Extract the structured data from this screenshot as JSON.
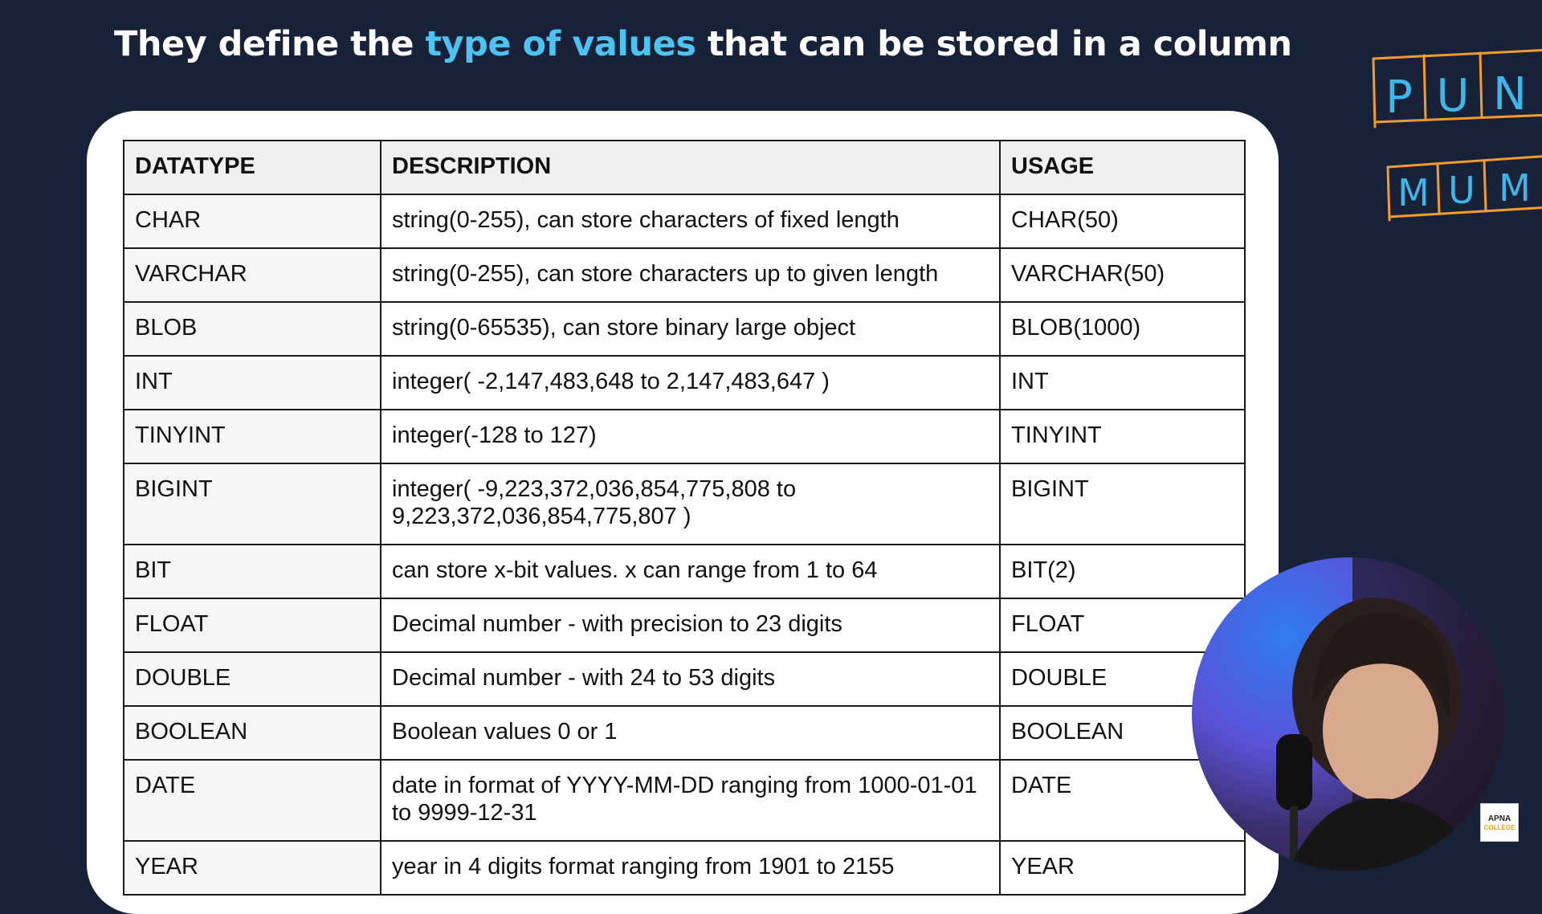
{
  "title": {
    "before": "They define the ",
    "accent": "type of values",
    "after": " that can be stored in a column"
  },
  "table": {
    "headers": [
      "DATATYPE",
      "DESCRIPTION",
      "USAGE"
    ],
    "rows": [
      {
        "datatype": "CHAR",
        "description": "string(0-255), can store characters of fixed length",
        "usage": "CHAR(50)"
      },
      {
        "datatype": "VARCHAR",
        "description": "string(0-255), can store characters up to given length",
        "usage": "VARCHAR(50)"
      },
      {
        "datatype": "BLOB",
        "description": "string(0-65535), can store binary large object",
        "usage": "BLOB(1000)"
      },
      {
        "datatype": "INT",
        "description": "integer( -2,147,483,648 to 2,147,483,647 )",
        "usage": "INT"
      },
      {
        "datatype": "TINYINT",
        "description": "integer(-128 to 127)",
        "usage": "TINYINT"
      },
      {
        "datatype": "BIGINT",
        "description": "integer( -9,223,372,036,854,775,808 to 9,223,372,036,854,775,807 )",
        "usage": "BIGINT"
      },
      {
        "datatype": "BIT",
        "description": "can store x-bit values. x can range from 1 to 64",
        "usage": "BIT(2)"
      },
      {
        "datatype": "FLOAT",
        "description": "Decimal number - with precision to 23 digits",
        "usage": "FLOAT"
      },
      {
        "datatype": "DOUBLE",
        "description": "Decimal number - with 24 to 53 digits",
        "usage": "DOUBLE"
      },
      {
        "datatype": "BOOLEAN",
        "description": "Boolean values 0 or 1",
        "usage": "BOOLEAN"
      },
      {
        "datatype": "DATE",
        "description": "date in format of YYYY-MM-DD ranging from 1000-01-01 to 9999-12-31",
        "usage": "DATE"
      },
      {
        "datatype": "YEAR",
        "description": "year in 4 digits format ranging from 1901 to 2155",
        "usage": "YEAR"
      }
    ]
  },
  "annotation": {
    "line1": "PUN",
    "line2": "MUM",
    "color": "#f39c2b",
    "text_color": "#3fb5e8"
  },
  "logo": {
    "line1": "APNA",
    "line2": "COLLEGE"
  },
  "colors": {
    "background": "#172238",
    "accent": "#4ec3f2"
  }
}
